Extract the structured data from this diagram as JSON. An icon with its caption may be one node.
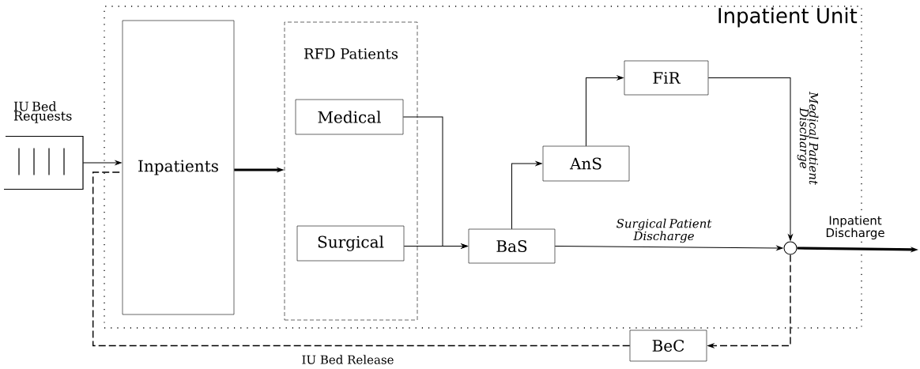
{
  "diagram": {
    "nodes": [
      {
        "text": [
          "Inpatient Unit"
        ]
      },
      {
        "text": [
          "IU Bed Requests"
        ]
      },
      {
        "text": [
          "Inpatients"
        ],
        "in": 0
      },
      {
        "text": [
          "RFD Patients"
        ],
        "in": 0
      },
      {
        "text": [
          "Medical"
        ],
        "in": 3
      },
      {
        "text": [
          "Surgical"
        ],
        "in": 3
      },
      {
        "text": [
          "BaS"
        ],
        "in": 0
      },
      {
        "text": [
          "AnS"
        ],
        "in": 0
      },
      {
        "text": [
          "FiR"
        ],
        "in": 0
      },
      {
        "text": [],
        "shape": "circle",
        "in": 0
      },
      {
        "text": [
          "BeC"
        ]
      }
    ],
    "edges": [
      {
        "from": 1,
        "to": 2,
        "arrow": "to"
      },
      {
        "from": 2,
        "to": 3,
        "arrow": "to",
        "style": "thick"
      },
      {
        "from": 4,
        "to": 6,
        "arrow": "to"
      },
      {
        "from": 5,
        "to": 6,
        "arrow": "to"
      },
      {
        "from": 6,
        "to": 7,
        "arrow": "to"
      },
      {
        "from": 7,
        "to": 8,
        "arrow": "to"
      },
      {
        "from": 8,
        "to": 9,
        "arrow": "to",
        "label": "Medical Patient Discharge"
      },
      {
        "from": 6,
        "to": 9,
        "arrow": "to",
        "label": "Surgical Patient Discharge"
      },
      {
        "from": 9,
        "to": null,
        "arrow": "to",
        "style": "thick",
        "label": "Inpatient Discharge"
      },
      {
        "from": 9,
        "to": 10,
        "arrow": "to",
        "style": "dashed"
      },
      {
        "from": 10,
        "to": 2,
        "arrow": "none",
        "style": "dashed",
        "label": "IU Bed Release"
      }
    ]
  }
}
